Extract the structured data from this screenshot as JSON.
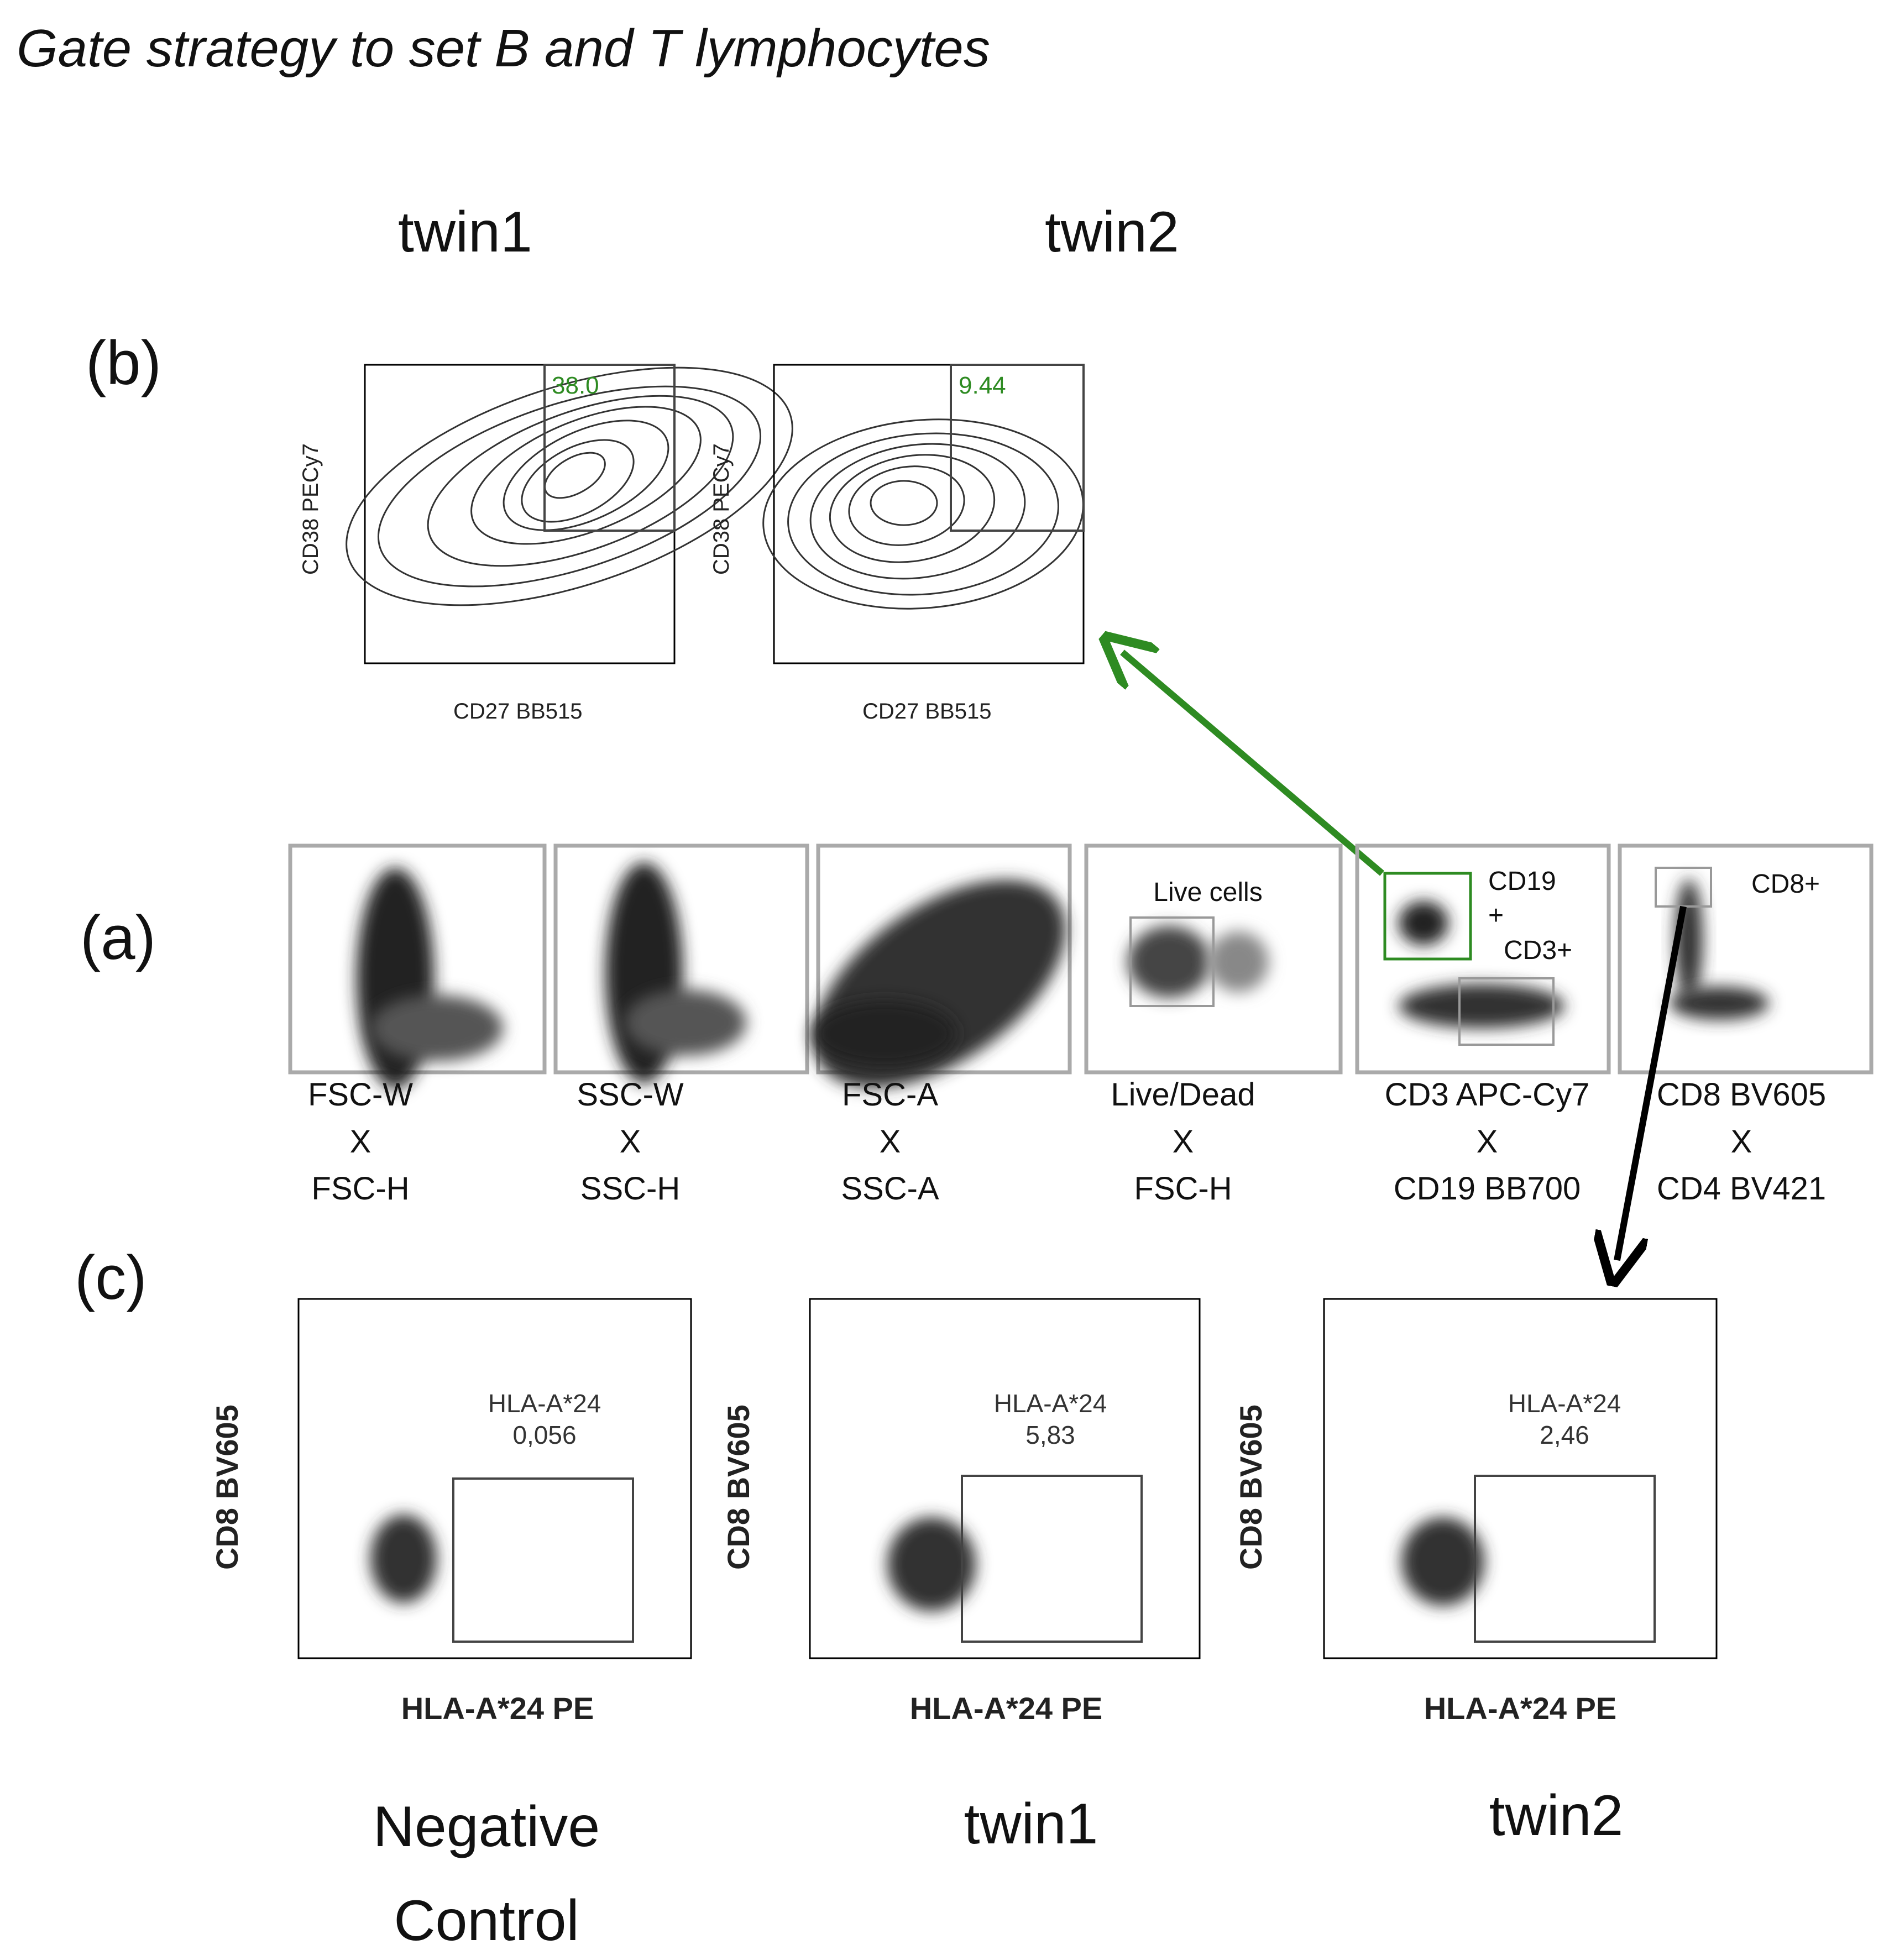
{
  "title": "Gate strategy to set B and T lymphocytes",
  "panel_b": {
    "label": "(b)",
    "headers": [
      "twin1",
      "twin2"
    ],
    "plots": [
      {
        "ylabel": "CD38 PECy7",
        "xlabel": "CD27 BB515",
        "gate_value": "38.0"
      },
      {
        "ylabel": "CD38 PECy7",
        "xlabel": "CD27 BB515",
        "gate_value": "9.44"
      }
    ]
  },
  "panel_a": {
    "label": "(a)",
    "plots": [
      {
        "inner_label": "",
        "caption": [
          "FSC-W",
          "X",
          "FSC-H"
        ]
      },
      {
        "inner_label": "",
        "caption": [
          "SSC-W",
          "X",
          "SSC-H"
        ]
      },
      {
        "inner_label": "",
        "caption": [
          "FSC-A",
          "X",
          "SSC-A"
        ]
      },
      {
        "inner_label": "Live cells",
        "caption": [
          "Live/Dead",
          "X",
          "FSC-H"
        ]
      },
      {
        "inner_label": "",
        "gate_labels": [
          "CD19",
          "+",
          "CD3+"
        ],
        "caption": [
          "CD3 APC-Cy7",
          "X",
          "CD19 BB700"
        ]
      },
      {
        "inner_label": "CD8+",
        "caption": [
          "CD8 BV605",
          "X",
          "CD4 BV421"
        ]
      }
    ]
  },
  "panel_c": {
    "label": "(c)",
    "plots": [
      {
        "ylabel": "CD8 BV605",
        "xlabel": "HLA-A*24 PE",
        "gate_name": "HLA-A*24",
        "gate_value": "0,056",
        "caption": [
          "Negative",
          "Control"
        ]
      },
      {
        "ylabel": "CD8 BV605",
        "xlabel": "HLA-A*24 PE",
        "gate_name": "HLA-A*24",
        "gate_value": "5,83",
        "caption": [
          "twin1"
        ]
      },
      {
        "ylabel": "CD8 BV605",
        "xlabel": "HLA-A*24 PE",
        "gate_name": "HLA-A*24",
        "gate_value": "2,46",
        "caption": [
          "twin2"
        ]
      }
    ]
  },
  "colors": {
    "green_arrow": "#2e8b22",
    "black_arrow": "#000000",
    "gate_green": "#2e8b22"
  }
}
